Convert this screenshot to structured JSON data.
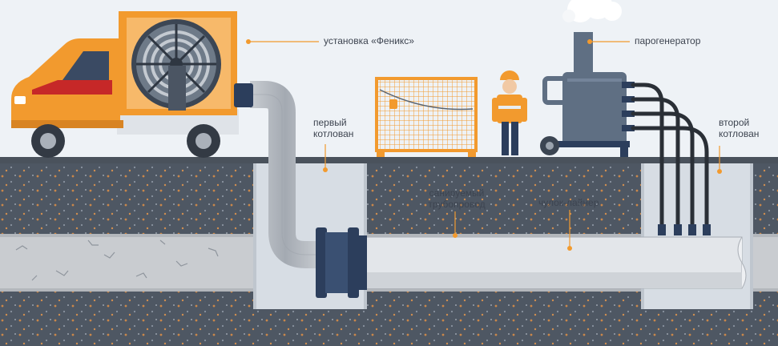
{
  "labels": {
    "phoenix_unit": "установка «Феникс»",
    "steam_generator": "парогенератор",
    "first_pit_line1": "первый",
    "first_pit_line2": "котлован",
    "second_pit_line1": "второй",
    "second_pit_line2": "котлован",
    "pipeline_line1": "санируемый",
    "pipeline_line2": "трубопровод",
    "liner": "чулок-лайнер"
  },
  "colors": {
    "accent_orange": "#f29a2e",
    "soil": "#4e5763",
    "pit": "#d7dde4",
    "pipe": "#c3c7cc",
    "liner": "#e2e5e9",
    "machine": "#5f6f83",
    "dark_blue": "#2c3e5c"
  }
}
